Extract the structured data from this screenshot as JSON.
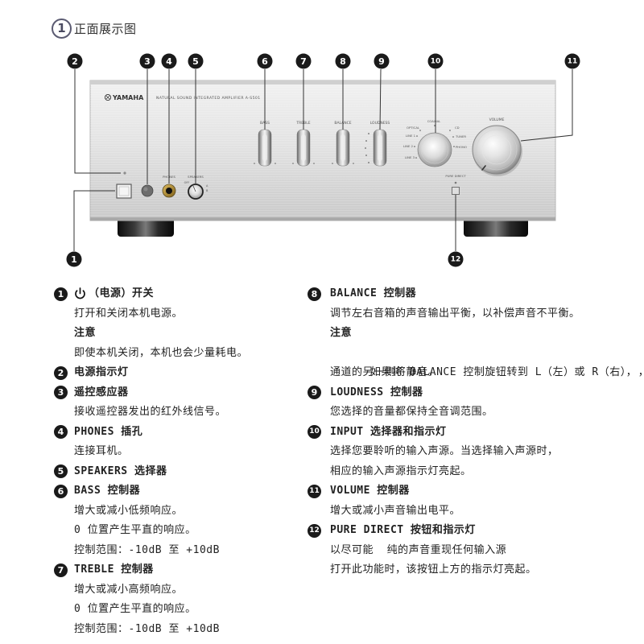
{
  "header": {
    "number": "1",
    "title": "正面展示图"
  },
  "diagram": {
    "brand": "YAMAHA",
    "model": "NATURAL SOUND INTEGRATED AMPLIFIER A-S501",
    "labels": {
      "bass": "BASS",
      "treble": "TREBLE",
      "balance": "BALANCE",
      "loudness": "LOUDNESS",
      "volume": "VOLUME",
      "phones": "PHONES",
      "speakers": "SPEAKERS",
      "speakers_off": "OFF",
      "speakers_a": "A",
      "speakers_b": "B",
      "pure_direct": "PURE DIRECT"
    },
    "inputs": [
      "OPTICAL",
      "COAXIAL",
      "CD",
      "TUNER",
      "PHONO",
      "LINE 1",
      "LINE 2",
      "LINE 3"
    ],
    "callouts": [
      "1",
      "2",
      "3",
      "4",
      "5",
      "6",
      "7",
      "8",
      "9",
      "10",
      "11",
      "12"
    ],
    "colors": {
      "callout": "#1a1a1a",
      "panel": "#dcdcdc",
      "text": "#222222"
    }
  },
  "description": {
    "left": [
      {
        "num": "1",
        "icon": "power-icon",
        "title": "（电源）开关"
      },
      {
        "text": "打开和关闭本机电源。"
      },
      {
        "note": "注意"
      },
      {
        "text": "即使本机关闭，本机也会少量耗电。"
      },
      {
        "num": "2",
        "title": "电源指示灯"
      },
      {
        "num": "3",
        "title": "遥控感应器"
      },
      {
        "text": "接收遥控器发出的红外线信号。"
      },
      {
        "num": "4",
        "title": "PHONES 插孔"
      },
      {
        "text": "连接耳机。"
      },
      {
        "num": "5",
        "title": "SPEAKERS 选择器"
      },
      {
        "num": "6",
        "title": "BASS 控制器"
      },
      {
        "text": "增大或减小低频响应。"
      },
      {
        "text": "0 位置产生平直的响应。"
      },
      {
        "text": "控制范围：-10dB 至 +10dB"
      },
      {
        "num": "7",
        "title": "TREBLE 控制器"
      },
      {
        "text": "增大或减小高频响应。"
      },
      {
        "text": "0 位置产生平直的响应。"
      },
      {
        "text": "控制范围：-10dB 至 +10dB"
      }
    ],
    "right": [
      {
        "num": "8",
        "title": "BALANCE 控制器"
      },
      {
        "text": "调节左右音箱的声音输出平衡，以补偿声音不平衡。"
      },
      {
        "note": "注意"
      },
      {
        "text": "如果将 BALANCE 控制旋钮转到 L（左）或 R（右），",
        "trailing": "，"
      },
      {
        "text": "通道的另一侧将静音。"
      },
      {
        "num": "9",
        "title": "LOUDNESS 控制器"
      },
      {
        "text": "您选择的音量都保持全音调范围。"
      },
      {
        "num": "10",
        "title": "INPUT 选择器和指示灯"
      },
      {
        "text": "选择您要聆听的输入声源。当选择输入声源时，"
      },
      {
        "text": "相应的输入声源指示灯亮起。"
      },
      {
        "num": "11",
        "title": "VOLUME 控制器"
      },
      {
        "text": "增大或减小声音输出电平。"
      },
      {
        "num": "12",
        "title": "PURE DIRECT 按钮和指示灯"
      },
      {
        "text": "以尽可能  纯的声音重现任何输入源"
      },
      {
        "text": "打开此功能时，该按钮上方的指示灯亮起。"
      }
    ]
  }
}
